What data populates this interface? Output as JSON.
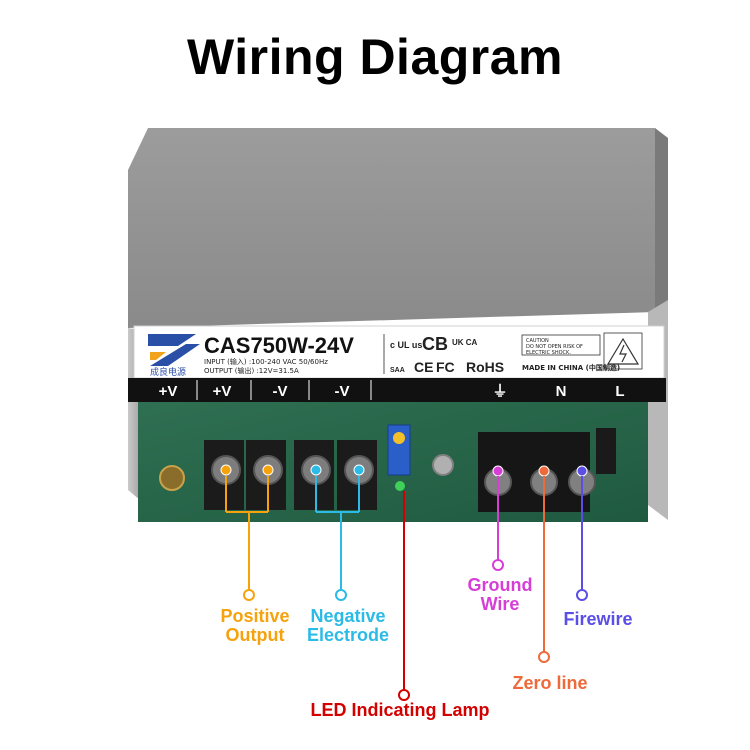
{
  "title": "Wiring Diagram",
  "product": {
    "model": "CAS750W-24V",
    "brand_cn": "成良电源",
    "input_line": "INPUT  (输入) :100-240 VAC   50/60Hz",
    "output_line": "OUTPUT (输出) :12V=31.5A",
    "made_in": "MADE IN CHINA (中国制造)",
    "caution": [
      "CAUTION",
      "DO NOT OPEN RISK OF",
      "ELECTRIC SHOCK."
    ],
    "cert_marks": [
      "c UL us",
      "CB",
      "UK CA",
      "CE",
      "FC",
      "RoHS",
      "SAA"
    ]
  },
  "terminals": [
    "+V",
    "+V",
    "-V",
    "-V",
    "⏚",
    "N",
    "L"
  ],
  "labels": {
    "positive": [
      "Positive",
      "Output"
    ],
    "negative": [
      "Negative",
      "Electrode"
    ],
    "ground": [
      "Ground",
      "Wire"
    ],
    "fire": "Firewire",
    "zero": "Zero line",
    "led": "LED Indicating Lamp"
  },
  "colors": {
    "positive": "#f5a20c",
    "negative": "#2bbbe6",
    "ground": "#d63fd6",
    "fire": "#5a4ee6",
    "zero": "#ee6a3a",
    "led": "#d40000"
  }
}
